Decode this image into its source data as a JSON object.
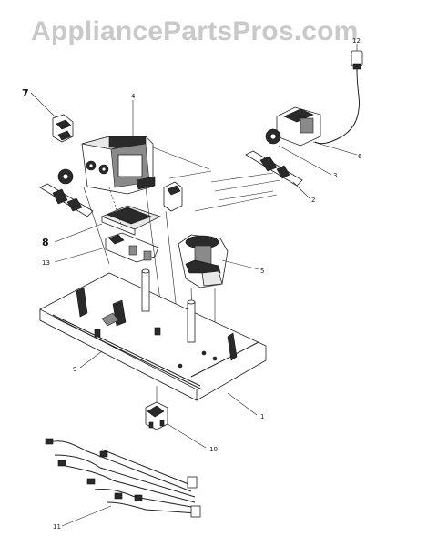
{
  "watermark": "AppliancePartsPros.com",
  "callouts": [
    {
      "id": "label-7",
      "text": "7"
    },
    {
      "id": "label-4",
      "text": "4"
    },
    {
      "id": "label-12",
      "text": "12"
    },
    {
      "id": "label-6",
      "text": "6"
    },
    {
      "id": "label-3",
      "text": "3"
    },
    {
      "id": "label-2",
      "text": "2"
    },
    {
      "id": "label-8",
      "text": "8"
    },
    {
      "id": "label-13",
      "text": "13"
    },
    {
      "id": "label-5",
      "text": "5"
    },
    {
      "id": "label-9",
      "text": "9"
    },
    {
      "id": "label-1",
      "text": "1"
    },
    {
      "id": "label-10",
      "text": "10"
    },
    {
      "id": "label-11",
      "text": "11"
    }
  ]
}
